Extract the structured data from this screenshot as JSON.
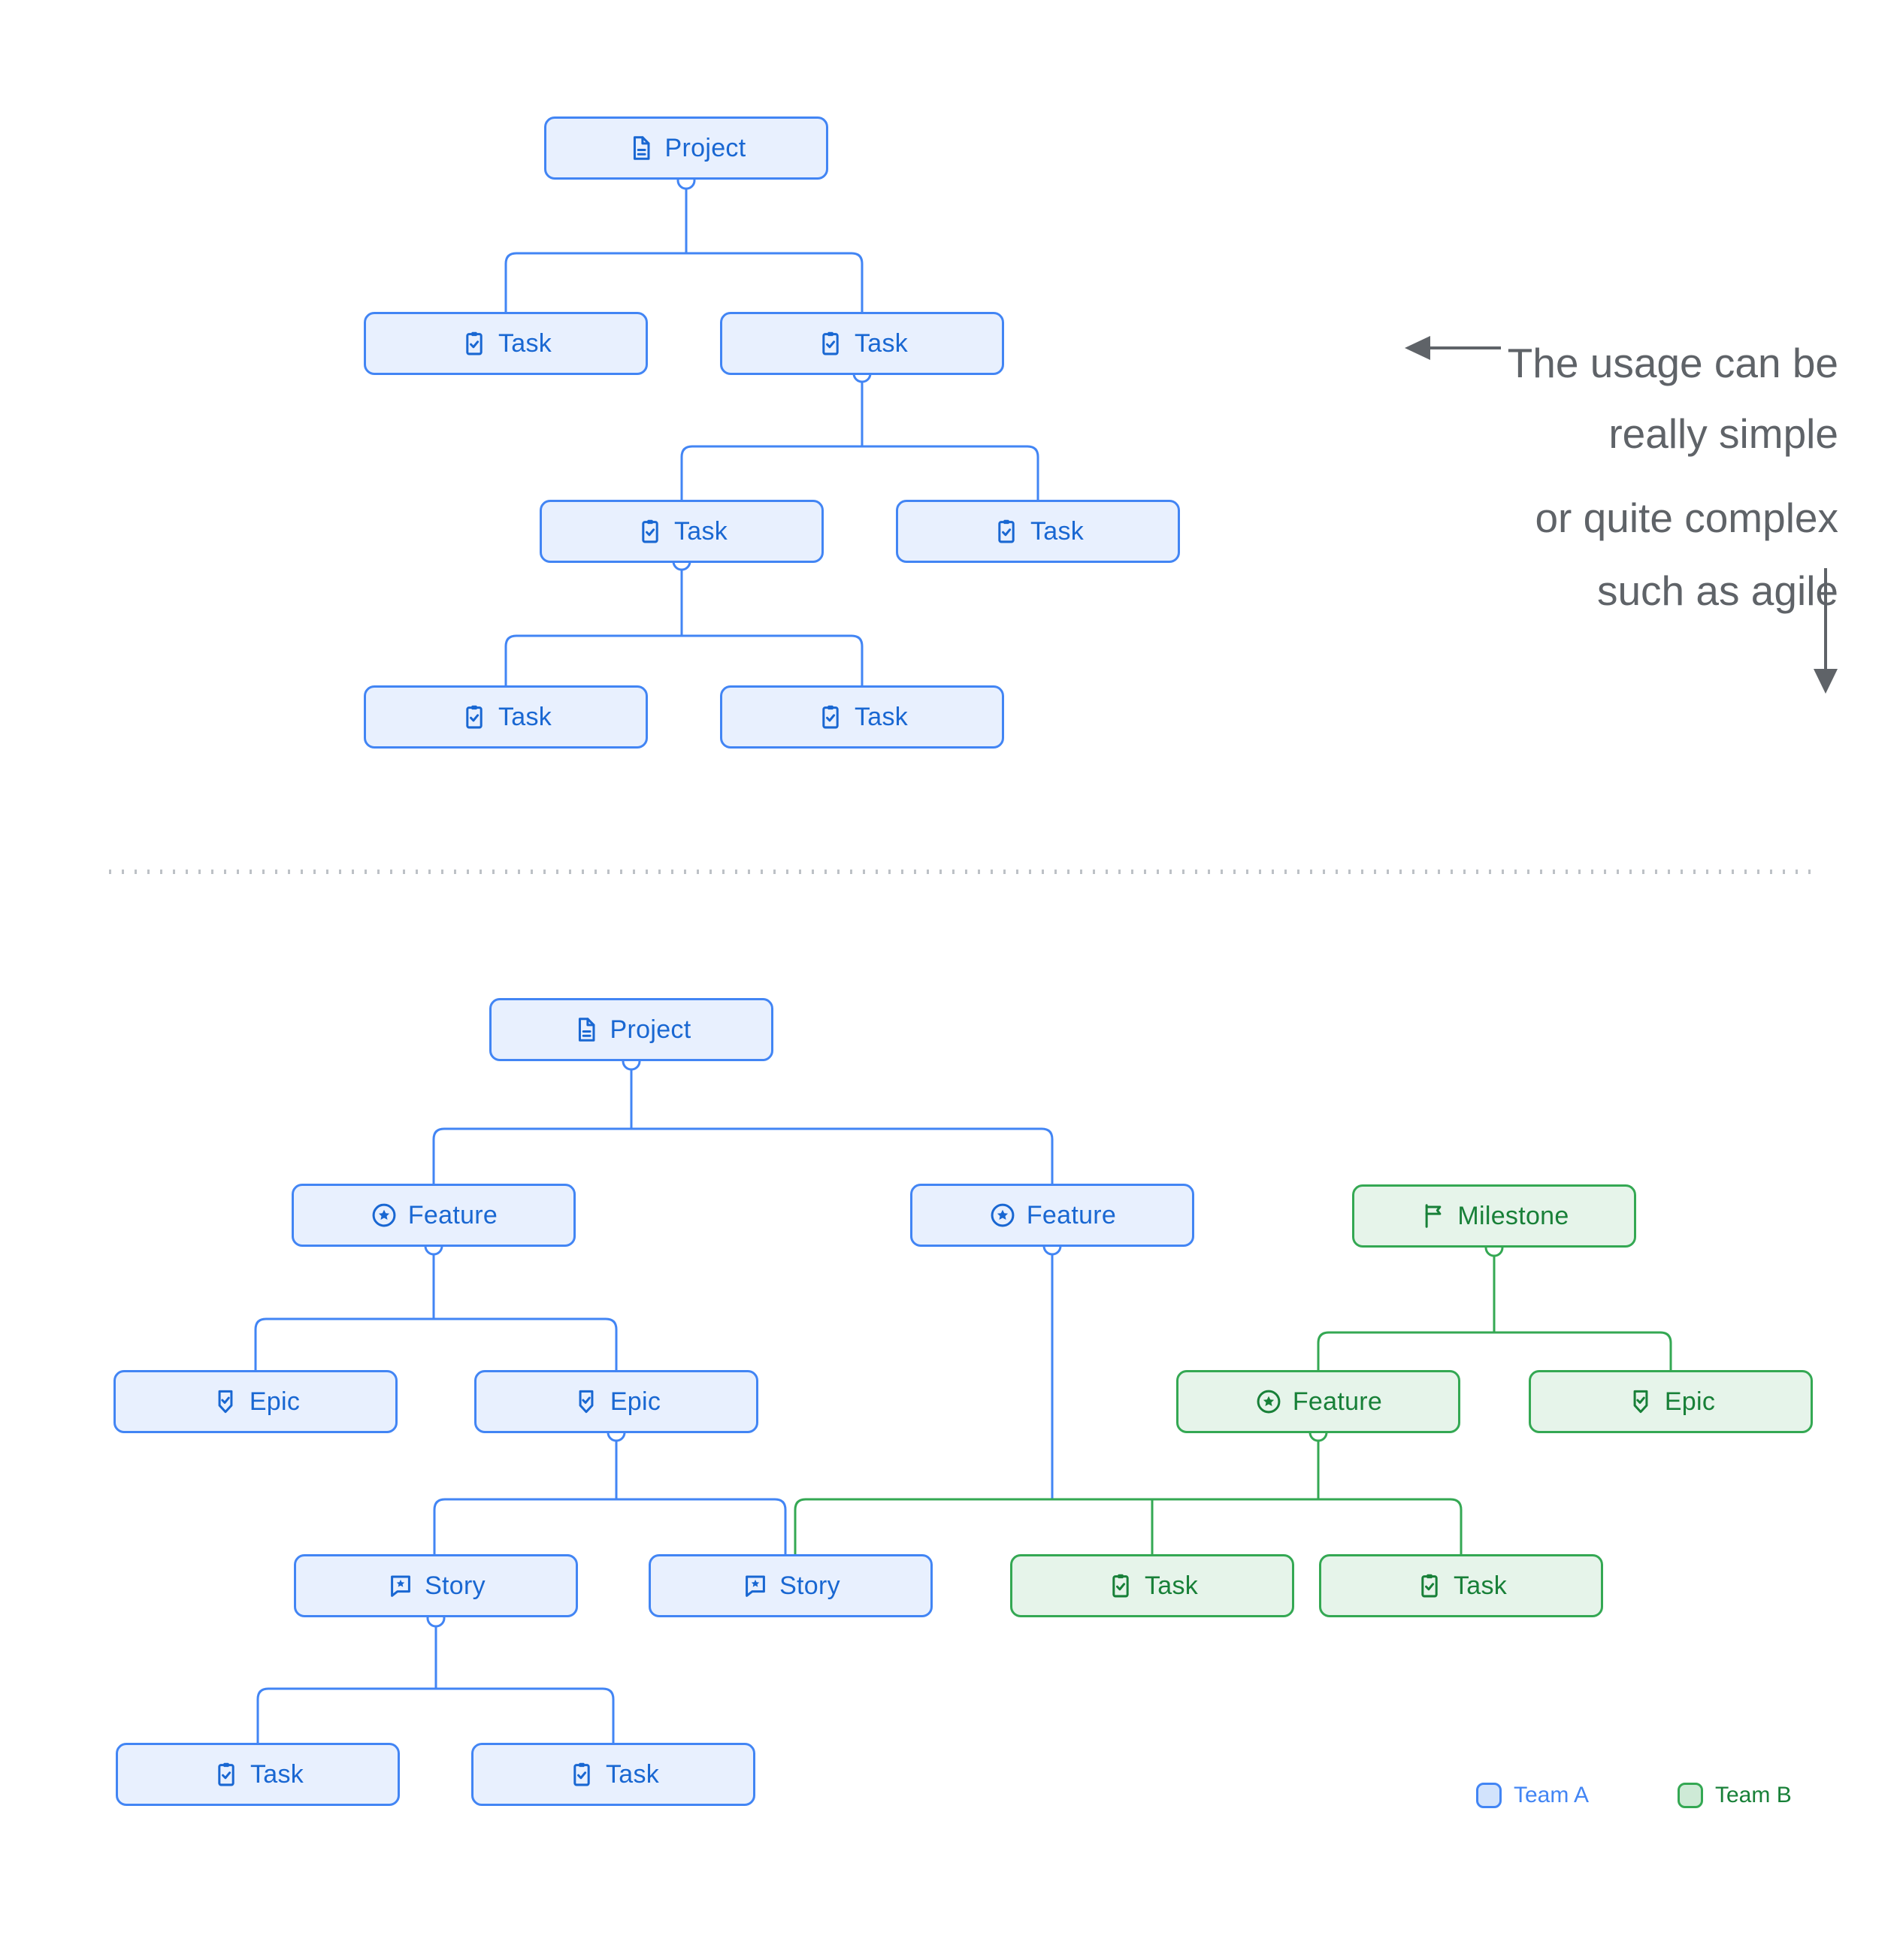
{
  "colors": {
    "blue_border": "#4285F4",
    "blue_fill": "#E8F0FE",
    "blue_text": "#1967D2",
    "green_border": "#34A853",
    "green_fill": "#E6F4EA",
    "green_text": "#188038",
    "annotation_gray": "#5F6368",
    "divider_gray": "#BDC1C6"
  },
  "annotation": {
    "lines": [
      "The usage can be",
      "really simple",
      "or quite complex",
      "such as agile"
    ]
  },
  "simple_tree": {
    "nodes": [
      {
        "label": "Project",
        "icon": "document",
        "team": "A"
      },
      {
        "label": "Task",
        "icon": "clipboard-check",
        "team": "A"
      },
      {
        "label": "Task",
        "icon": "clipboard-check",
        "team": "A"
      },
      {
        "label": "Task",
        "icon": "clipboard-check",
        "team": "A"
      },
      {
        "label": "Task",
        "icon": "clipboard-check",
        "team": "A"
      },
      {
        "label": "Task",
        "icon": "clipboard-check",
        "team": "A"
      },
      {
        "label": "Task",
        "icon": "clipboard-check",
        "team": "A"
      }
    ]
  },
  "complex_tree": {
    "nodes": [
      {
        "label": "Project",
        "icon": "document",
        "team": "A"
      },
      {
        "label": "Feature",
        "icon": "star-circle",
        "team": "A"
      },
      {
        "label": "Feature",
        "icon": "star-circle",
        "team": "A"
      },
      {
        "label": "Milestone",
        "icon": "flag",
        "team": "B"
      },
      {
        "label": "Epic",
        "icon": "shield-check",
        "team": "A"
      },
      {
        "label": "Epic",
        "icon": "shield-check",
        "team": "A"
      },
      {
        "label": "Feature",
        "icon": "star-circle",
        "team": "B"
      },
      {
        "label": "Epic",
        "icon": "shield-check",
        "team": "B"
      },
      {
        "label": "Story",
        "icon": "story-bubble",
        "team": "A"
      },
      {
        "label": "Story",
        "icon": "story-bubble",
        "team": "A"
      },
      {
        "label": "Task",
        "icon": "clipboard-check",
        "team": "B"
      },
      {
        "label": "Task",
        "icon": "clipboard-check",
        "team": "B"
      },
      {
        "label": "Task",
        "icon": "clipboard-check",
        "team": "A"
      },
      {
        "label": "Task",
        "icon": "clipboard-check",
        "team": "A"
      }
    ]
  },
  "legend": {
    "team_a_label": "Team A",
    "team_b_label": "Team B"
  }
}
